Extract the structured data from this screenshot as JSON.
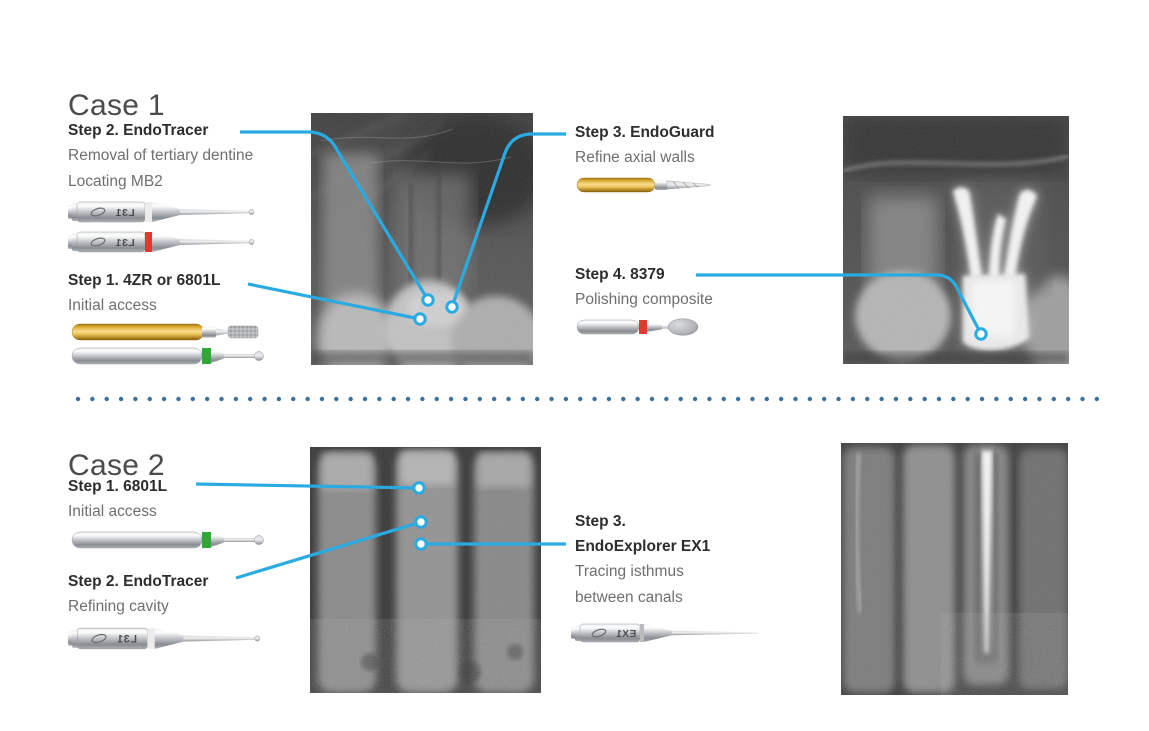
{
  "colors": {
    "accent": "#29abe2",
    "divider_dots": "#3e6f99",
    "band_red": "#e0392e",
    "band_green": "#2ea836",
    "band_white": "#ececec",
    "gold": "#d9a62e"
  },
  "case1": {
    "title": "Case 1",
    "step2": {
      "title": "Step 2. EndoTracer",
      "line1": "Removal of tertiary dentine",
      "line2": "Locating MB2"
    },
    "step1": {
      "title": "Step 1. 4ZR or 6801L",
      "line1": "Initial access"
    },
    "step3": {
      "title": "Step 3. EndoGuard",
      "line1": "Refine axial walls"
    },
    "step4": {
      "title": "Step 4. 8379",
      "line1": "Polishing composite"
    }
  },
  "case2": {
    "title": "Case 2",
    "step1": {
      "title": "Step 1. 6801L",
      "line1": "Initial access"
    },
    "step2": {
      "title": "Step 2. EndoTracer",
      "line1": "Refining cavity"
    },
    "step3": {
      "title_row1": "Step 3.",
      "title_row2": "EndoExplorer EX1",
      "line1": "Tracing isthmus",
      "line2": "between canals"
    }
  },
  "instruments": {
    "endotracer_handle_label": "L31",
    "endoexplorer_handle_label": "EX1"
  }
}
